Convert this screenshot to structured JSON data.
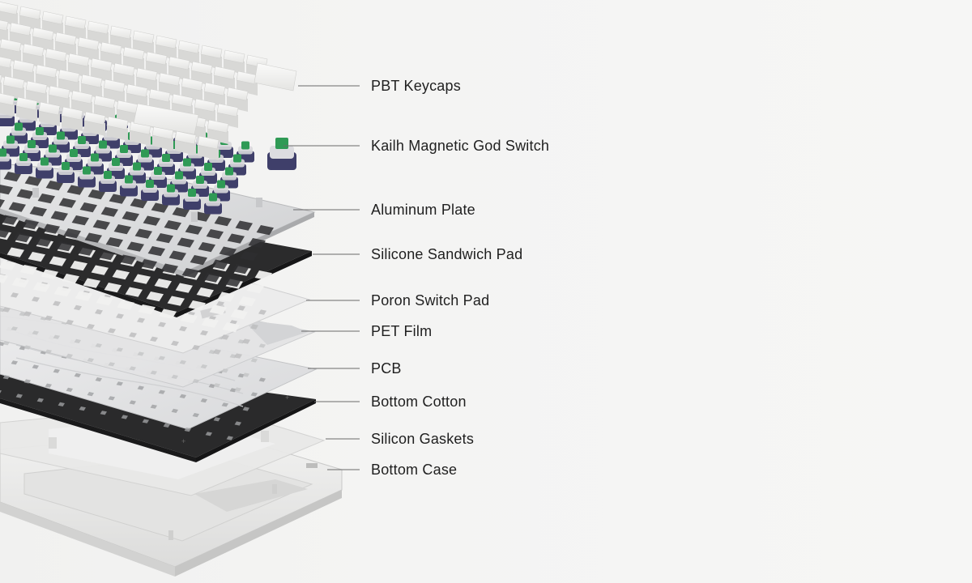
{
  "labels": [
    {
      "id": "pbt-keycaps",
      "text": "PBT Keycaps"
    },
    {
      "id": "kailh-magnetic-god-switch",
      "text": "Kailh Magnetic God Switch"
    },
    {
      "id": "aluminum-plate",
      "text": "Aluminum Plate"
    },
    {
      "id": "silicone-sandwich-pad",
      "text": "Silicone Sandwich Pad"
    },
    {
      "id": "poron-switch-pad",
      "text": "Poron Switch Pad"
    },
    {
      "id": "pet-film",
      "text": "PET Film"
    },
    {
      "id": "pcb",
      "text": "PCB"
    },
    {
      "id": "bottom-cotton",
      "text": "Bottom Cotton"
    },
    {
      "id": "silicon-gaskets",
      "text": "Silicon Gaskets"
    },
    {
      "id": "bottom-case",
      "text": "Bottom Case"
    }
  ],
  "colors": {
    "background": "#f3f3f2",
    "label_text": "#1f1f1f",
    "leader_line": "#6a6a6a",
    "keycap": "#f4f4f2",
    "switch_stem": "#2f9a55",
    "switch_housing": "#3f3f6a",
    "plate": "#d9dadb",
    "foam_dark": "#2a2a2b",
    "pcb": "#e3e4e5",
    "case": "#ececeb"
  }
}
